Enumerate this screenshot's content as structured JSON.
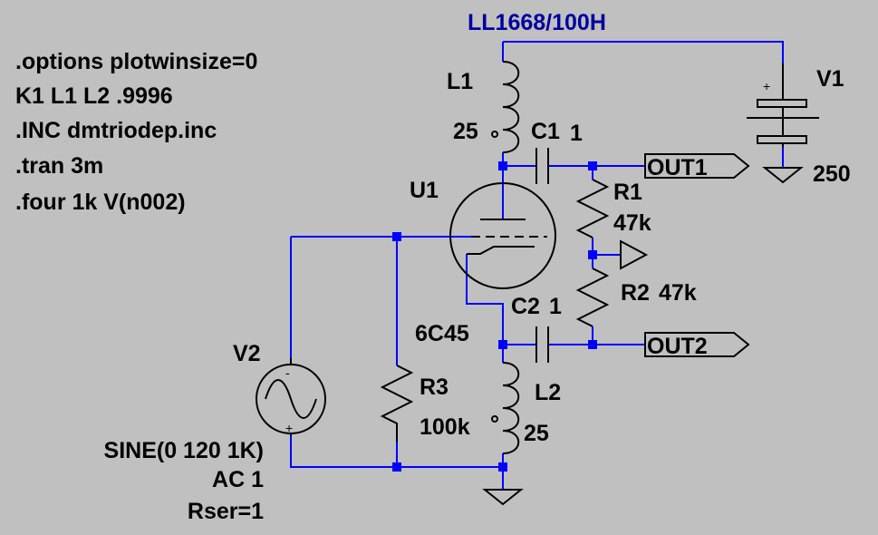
{
  "colors": {
    "background": "#c0c0c0",
    "wire": "#0000ff",
    "component": "#000000",
    "net_label": "#0000a0"
  },
  "directives": [
    ".options plotwinsize=0",
    "K1 L1 L2 .9996",
    ".INC dmtriodep.inc",
    ".tran 3m",
    ".four 1k V(n002)"
  ],
  "transformer_label": "LL1668/100H",
  "components": {
    "L1": {
      "name": "L1",
      "value": "25"
    },
    "L2": {
      "name": "L2",
      "value": "25"
    },
    "C1": {
      "name": "C1",
      "value": "1"
    },
    "C2": {
      "name": "C2",
      "value": "1"
    },
    "R1": {
      "name": "R1",
      "value": "47k"
    },
    "R2": {
      "name": "R2",
      "value": "47k"
    },
    "R3": {
      "name": "R3",
      "value": "100k"
    },
    "U1": {
      "name": "U1",
      "value": "6C45"
    },
    "V1": {
      "name": "V1",
      "value": "250"
    },
    "V2": {
      "name": "V2",
      "value_lines": [
        "SINE(0 120 1K)",
        "AC 1",
        "Rser=1"
      ]
    }
  },
  "ports": {
    "out1": "OUT1",
    "out2": "OUT2"
  },
  "polarity": {
    "v1_plus": "+",
    "v2_plus": "+",
    "v2_minus": "-"
  }
}
